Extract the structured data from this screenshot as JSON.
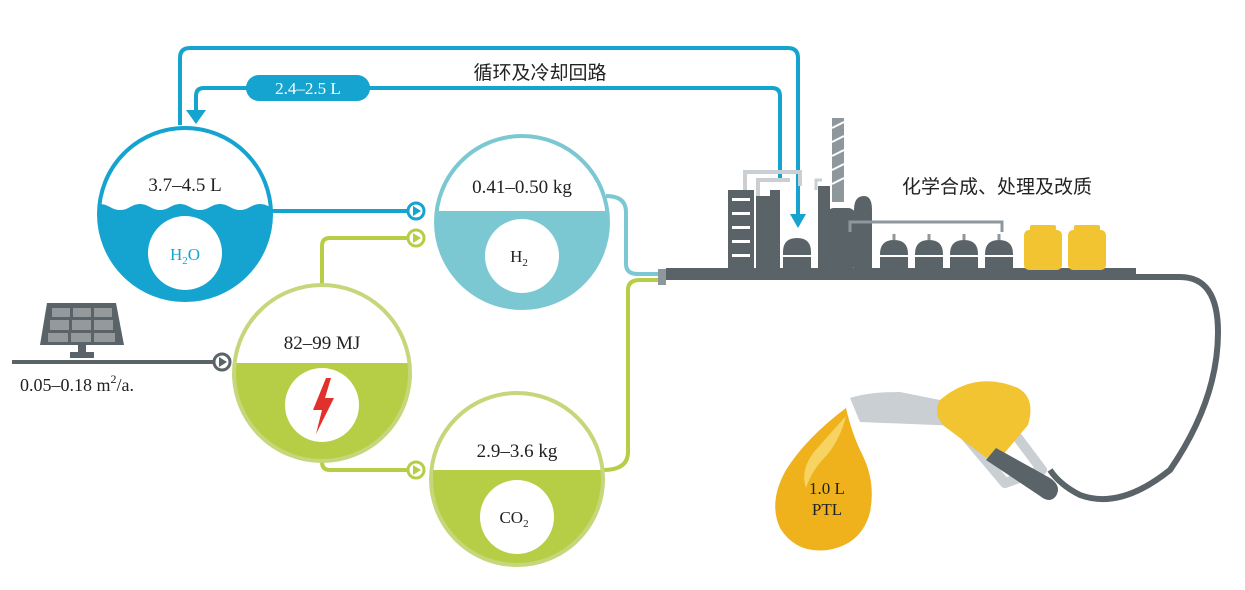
{
  "labels": {
    "recycle_loop": "循环及冷却回路",
    "recycle_water": "2.4–2.5 L",
    "plant": "化学合成、处理及改质",
    "solar_area_prefix": "0.05–0.18 m",
    "solar_area_exp": "2",
    "solar_area_suffix": "/a."
  },
  "nodes": {
    "water": {
      "amount": "3.7–4.5 L",
      "formula_main": "H",
      "formula_sub": "2",
      "formula_tail": "O"
    },
    "hydrogen": {
      "amount": "0.41–0.50 kg",
      "formula_main": "H",
      "formula_sub": "2"
    },
    "energy": {
      "amount": "82–99 MJ"
    },
    "co2": {
      "amount": "2.9–3.6 kg",
      "formula_main": "CO",
      "formula_sub": "2"
    }
  },
  "product": {
    "line1": "1.0 L",
    "line2": "PTL"
  },
  "colors": {
    "water": "#15a3cf",
    "hydrogen": "#7cc8d2",
    "energy": "#b5ce45",
    "energy_outline": "#c5d77a",
    "pipe": "#5a6367",
    "bolt": "#e2302b",
    "tank": "#f2c431",
    "fuel": "#efb21c"
  }
}
